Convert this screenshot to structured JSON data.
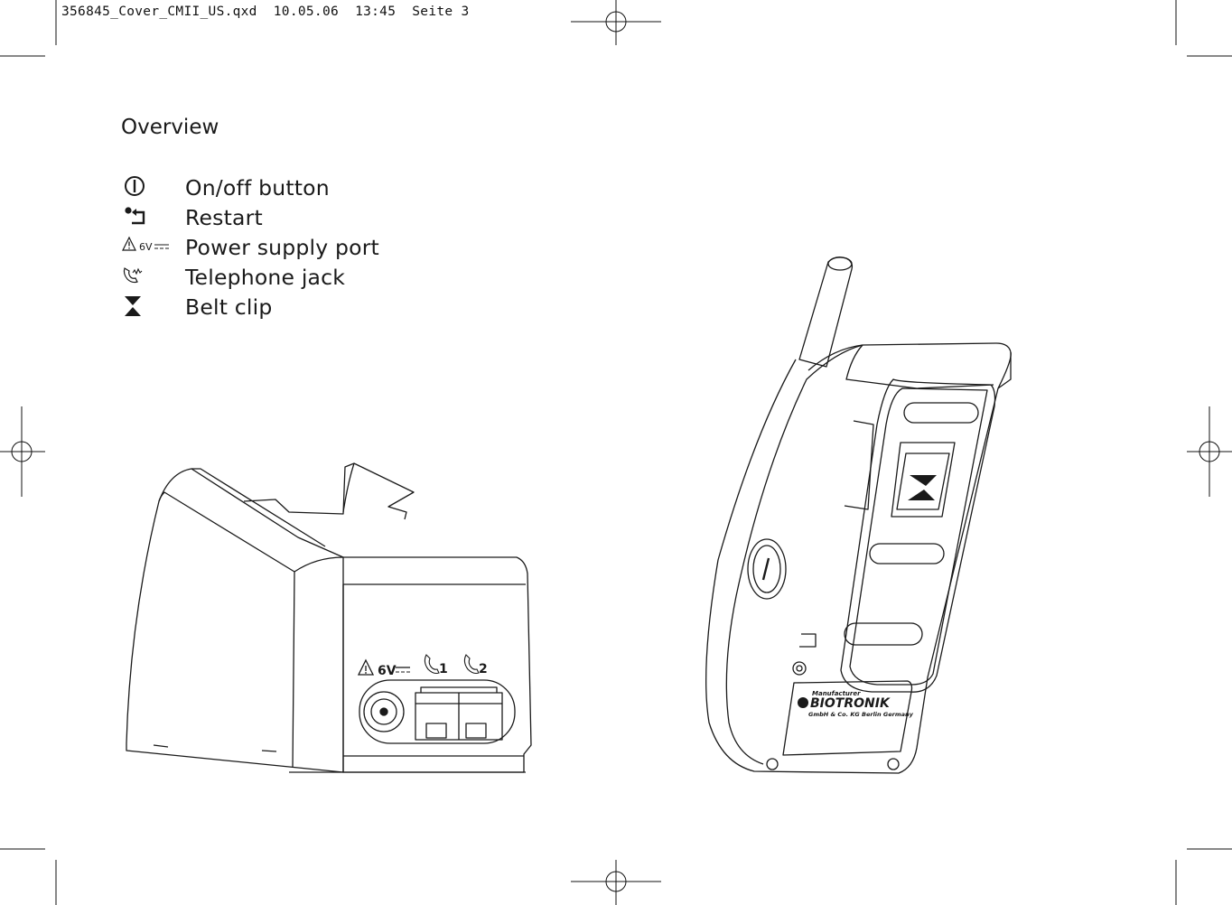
{
  "slug_line": "356845_Cover_CMII_US.qxd  10.05.06  13:45  Seite 3",
  "page": {
    "title": "Overview"
  },
  "legend": [
    {
      "icon": "power-icon",
      "label": "On/off button"
    },
    {
      "icon": "restart-icon",
      "label": "Restart"
    },
    {
      "icon": "warning-6v-icon",
      "label": "Power supply port",
      "icon_text": "6V"
    },
    {
      "icon": "telephone-jack-icon",
      "label": "Telephone jack"
    },
    {
      "icon": "belt-clip-icon",
      "label": "Belt clip"
    }
  ],
  "base_station": {
    "port_voltage_label": "6V",
    "jack_1_label": "1",
    "jack_2_label": "2"
  },
  "device_back": {
    "manufacturer_caption": "Manufacturer",
    "brand": "BIOTRONIK",
    "address": "GmbH & Co. KG Berlin Germany"
  },
  "colors": {
    "ink": "#1a1a1a",
    "background": "#ffffff"
  }
}
